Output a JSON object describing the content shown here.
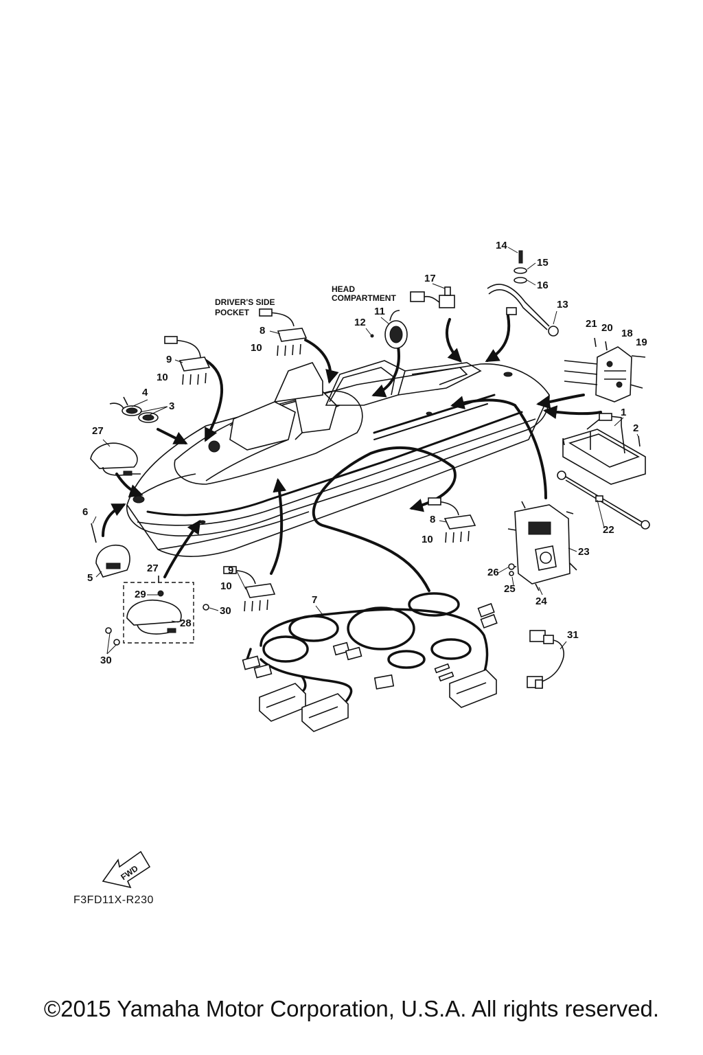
{
  "diagram": {
    "labels": {
      "drivers_side_pocket_line1": "DRIVER'S SIDE",
      "drivers_side_pocket_line2": "POCKET",
      "head_compartment_line1": "HEAD",
      "head_compartment_line2": "COMPARTMENT"
    },
    "part_numbers": [
      {
        "id": "p14",
        "text": "14"
      },
      {
        "id": "p15",
        "text": "15"
      },
      {
        "id": "p16",
        "text": "16"
      },
      {
        "id": "p17",
        "text": "17"
      },
      {
        "id": "p13",
        "text": "13"
      },
      {
        "id": "p11",
        "text": "11"
      },
      {
        "id": "p12",
        "text": "12"
      },
      {
        "id": "p21",
        "text": "21"
      },
      {
        "id": "p20",
        "text": "20"
      },
      {
        "id": "p18",
        "text": "18"
      },
      {
        "id": "p19",
        "text": "19"
      },
      {
        "id": "p8a",
        "text": "8"
      },
      {
        "id": "p10a",
        "text": "10"
      },
      {
        "id": "p9a",
        "text": "9"
      },
      {
        "id": "p10b",
        "text": "10"
      },
      {
        "id": "p4",
        "text": "4"
      },
      {
        "id": "p3",
        "text": "3"
      },
      {
        "id": "p27a",
        "text": "27"
      },
      {
        "id": "p1",
        "text": "1"
      },
      {
        "id": "p2",
        "text": "2"
      },
      {
        "id": "p6",
        "text": "6"
      },
      {
        "id": "p5",
        "text": "5"
      },
      {
        "id": "p8b",
        "text": "8"
      },
      {
        "id": "p10c",
        "text": "10"
      },
      {
        "id": "p22",
        "text": "22"
      },
      {
        "id": "p23",
        "text": "23"
      },
      {
        "id": "p9b",
        "text": "9"
      },
      {
        "id": "p10d",
        "text": "10"
      },
      {
        "id": "p27b",
        "text": "27"
      },
      {
        "id": "p26",
        "text": "26"
      },
      {
        "id": "p25",
        "text": "25"
      },
      {
        "id": "p24",
        "text": "24"
      },
      {
        "id": "p29",
        "text": "29"
      },
      {
        "id": "p30a",
        "text": "30"
      },
      {
        "id": "p28",
        "text": "28"
      },
      {
        "id": "p7",
        "text": "7"
      },
      {
        "id": "p31",
        "text": "31"
      },
      {
        "id": "p30b",
        "text": "30"
      }
    ],
    "fwd_label": "FWD",
    "figure_code": "F3FD11X-R230"
  },
  "footer": {
    "copyright": "©2015 Yamaha Motor Corporation, U.S.A. All rights reserved."
  }
}
